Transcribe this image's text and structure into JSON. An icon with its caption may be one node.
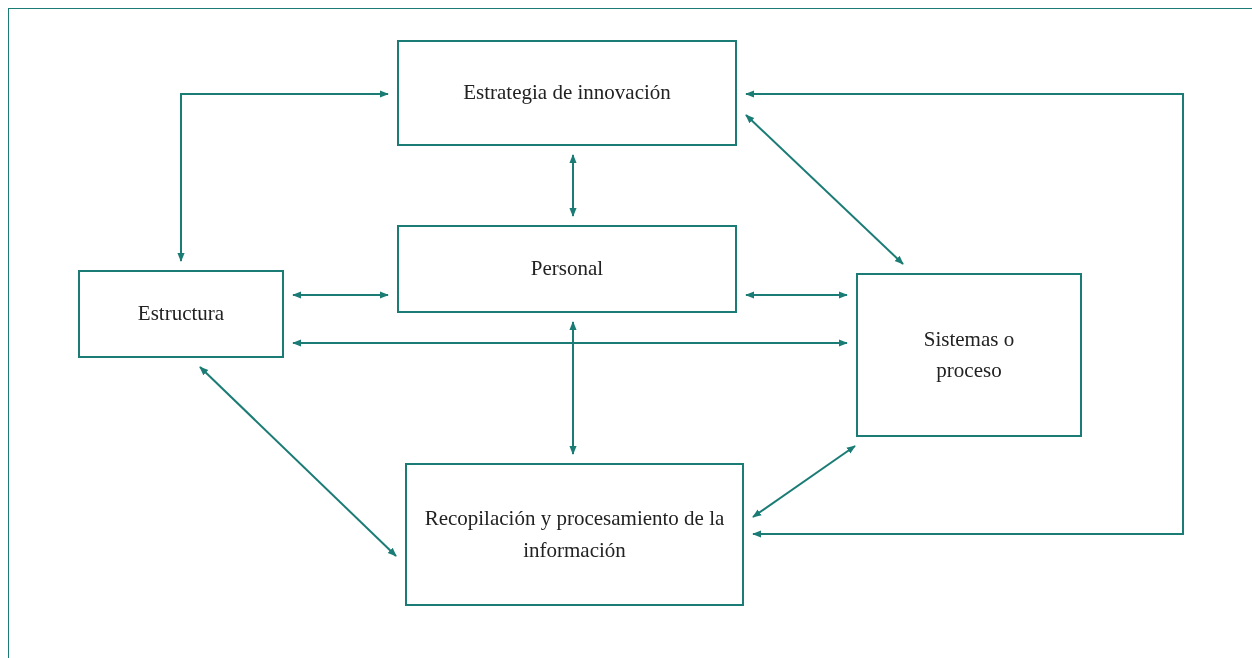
{
  "diagram": {
    "nodes": [
      {
        "text": [
          "Estrategia de innovación"
        ]
      },
      {
        "text": [
          "Estructura"
        ]
      },
      {
        "text": [
          "Personal"
        ]
      },
      {
        "text": [
          "Sistemas o proceso"
        ]
      },
      {
        "text": [
          "Recopilación y procesamiento de la información"
        ]
      }
    ],
    "edges": [
      {
        "from": 0,
        "to": 1,
        "arrow": "both"
      },
      {
        "from": 0,
        "to": 2,
        "arrow": "both"
      },
      {
        "from": 0,
        "to": 3,
        "arrow": "both"
      },
      {
        "from": 0,
        "to": 4,
        "arrow": "both"
      },
      {
        "from": 1,
        "to": 2,
        "arrow": "both"
      },
      {
        "from": 2,
        "to": 3,
        "arrow": "both"
      },
      {
        "from": 1,
        "to": 3,
        "arrow": "both"
      },
      {
        "from": 2,
        "to": 4,
        "arrow": "both"
      },
      {
        "from": 1,
        "to": 4,
        "arrow": "both"
      },
      {
        "from": 3,
        "to": 4,
        "arrow": "both"
      }
    ]
  }
}
